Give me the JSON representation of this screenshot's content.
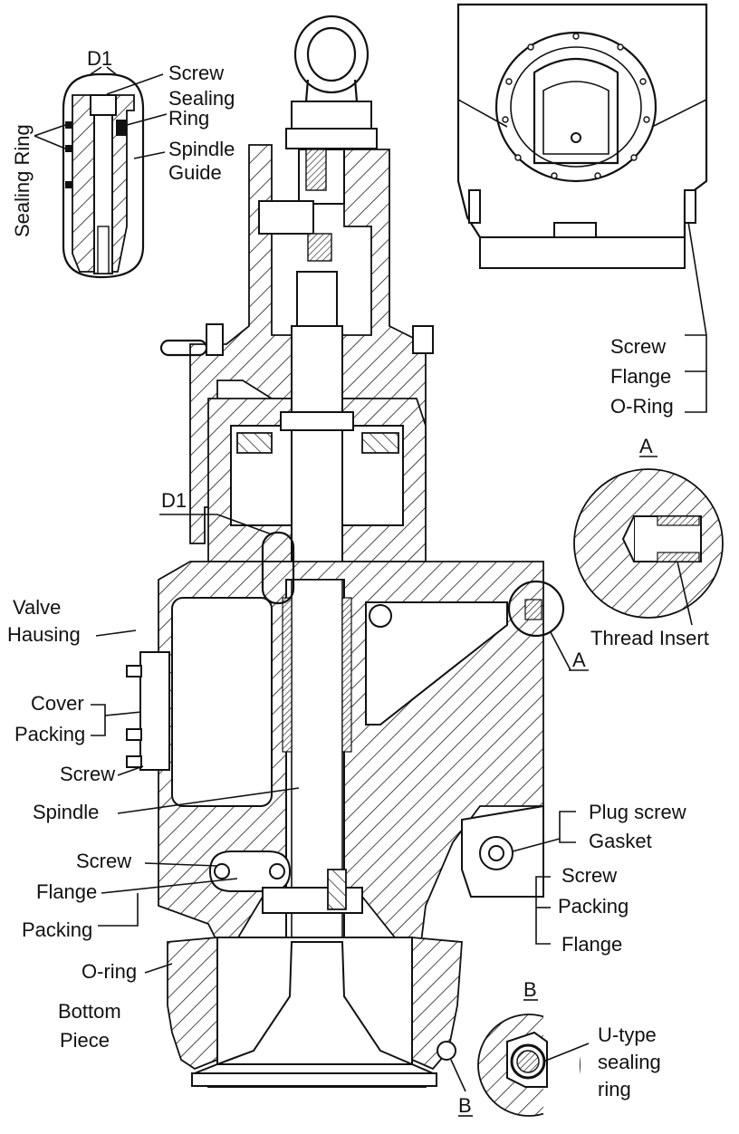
{
  "labels": {
    "d1_tag": "D1",
    "d1_tag_main": "D1",
    "a_tag": "A",
    "a_tag_pointer": "A",
    "b_tag": "B",
    "b_tag_pointer": "B",
    "screw_top": "Screw",
    "sealing_ring_right_1": "Sealing",
    "sealing_ring_right_2": "Ring",
    "spindle_guide_1": "Spindle",
    "spindle_guide_2": "Guide",
    "sealing_ring_left": "Sealing Ring",
    "screw_right": "Screw",
    "flange_right": "Flange",
    "o_ring_right": "O-Ring",
    "thread_insert": "Thread Insert",
    "valve_housing_1": "Valve",
    "valve_housing_2": "Hausing",
    "cover": "Cover",
    "packing_left": "Packing",
    "screw_left": "Screw",
    "spindle": "Spindle",
    "screw_left_2": "Screw",
    "flange_left": "Flange",
    "packing_left_2": "Packing",
    "o_ring_left": "O-ring",
    "bottom_piece_1": "Bottom",
    "bottom_piece_2": "Piece",
    "plug_screw": "Plug screw",
    "gasket": "Gasket",
    "screw_lower_right": "Screw",
    "packing_lower_right": "Packing",
    "flange_lower_right": "Flange",
    "u_type_1": "U-type",
    "u_type_2": "sealing",
    "u_type_3": "ring"
  }
}
